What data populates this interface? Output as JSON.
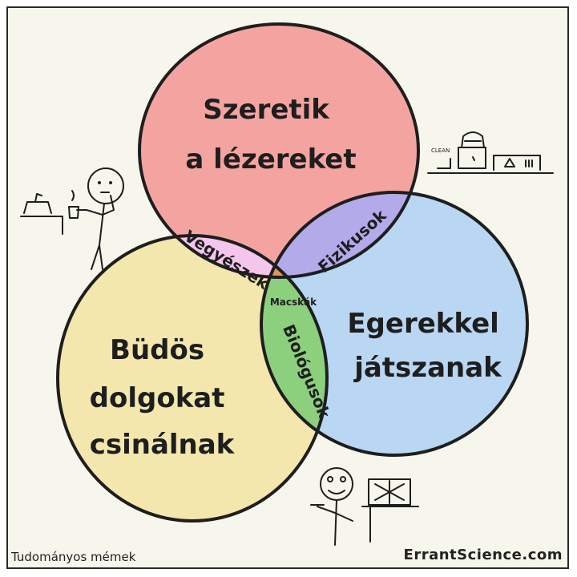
{
  "diagram": {
    "type": "venn",
    "sets": [
      {
        "label_lines": [
          "Szeretik",
          "a lézereket"
        ],
        "color": "#f4a4a0"
      },
      {
        "label_lines": [
          "Büdös",
          "dolgokat",
          "csinálnak"
        ],
        "color": "#f3e7ad"
      },
      {
        "label_lines": [
          "Egerekkel",
          "játszanak"
        ],
        "color": "#b9d6f3"
      }
    ],
    "intersections": {
      "red_yellow": {
        "label": "Vegyészek",
        "color": "#f4c6ec"
      },
      "red_blue": {
        "label": "Fizikusok",
        "color": "#b3aaea"
      },
      "yellow_blue": {
        "label": "Biológusok",
        "color": "#8cd07e"
      },
      "all": {
        "label": "Macskák",
        "color": "#e4955c"
      }
    }
  },
  "laser_label": "CLEAN",
  "footer": {
    "left": "Tudományos mémek",
    "right": "ErrantScience.com"
  }
}
